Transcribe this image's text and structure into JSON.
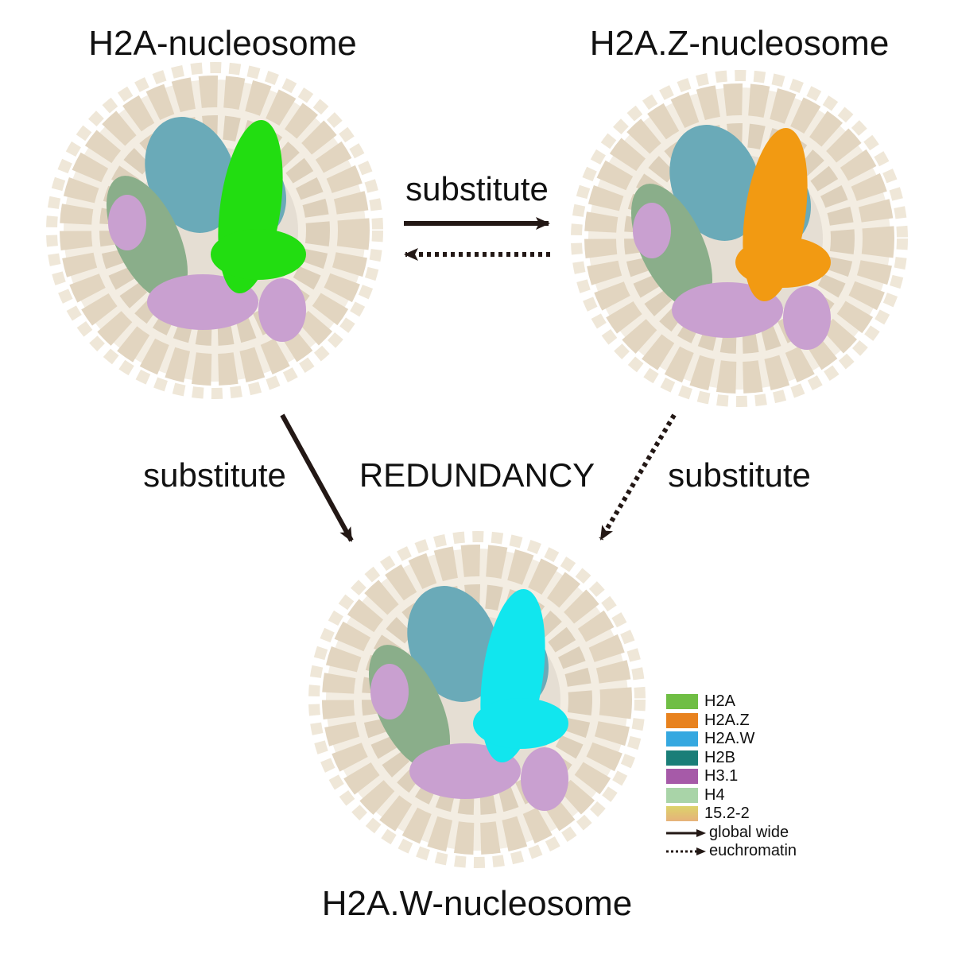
{
  "titles": {
    "h2a": "H2A-nucleosome",
    "h2az": "H2A.Z-nucleosome",
    "h2aw": "H2A.W-nucleosome"
  },
  "labels": {
    "top_substitute": "substitute",
    "left_substitute": "substitute",
    "right_substitute": "substitute",
    "center": "REDUNDANCY"
  },
  "legend": {
    "items": [
      {
        "label": "H2A",
        "color": "#6fbe44"
      },
      {
        "label": "H2A.Z",
        "color": "#e8821e"
      },
      {
        "label": "H2A.W",
        "color": "#35a8e0"
      },
      {
        "label": "H2B",
        "color": "#1a7e78"
      },
      {
        "label": "H3.1",
        "color": "#a65aa8"
      },
      {
        "label": "H4",
        "color": "#a9d4a8"
      },
      {
        "label": "15.2-2",
        "color": "#dcc36a"
      }
    ],
    "arrows": [
      {
        "label": "global wide",
        "style": "solid"
      },
      {
        "label": "euchromatin",
        "style": "dotted"
      }
    ]
  },
  "structure_colors": {
    "dna": "#e6dcc8",
    "h2b": "#6aaab8",
    "h4": "#8aae8a",
    "h3": "#c9a0d0",
    "h2a_variant_1": "#22dd11",
    "h2a_variant_2": "#f29a12",
    "h2a_variant_3": "#11e6ee",
    "arrow": "#231815"
  }
}
